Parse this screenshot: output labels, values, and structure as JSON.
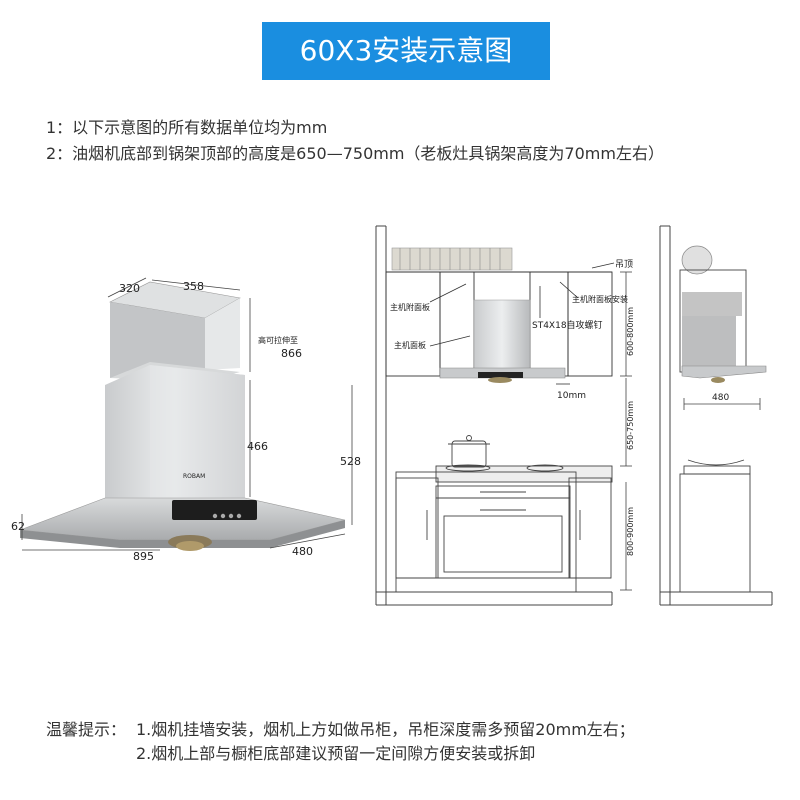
{
  "title": "60X3安装示意图",
  "notes": [
    "1：以下示意图的所有数据单位均为mm",
    "2：油烟机底部到锅架顶部的高度是650—750mm（老板灶具锅架高度为70mm左右）"
  ],
  "hood_dims": {
    "depth_top": "320",
    "width_top": "358",
    "extend_label": "高可拉伸至",
    "extend_value": "866",
    "chimney_height": "466",
    "total_height": "528",
    "edge_height": "62",
    "width": "895",
    "depth": "480",
    "brand": "ROBAM"
  },
  "front_view": {
    "ceiling_label": "吊顶",
    "left_panel": "主机附面板",
    "right_panel": "主机附面板安装",
    "main_panel": "主机面板",
    "screw": "ST4X18自攻螺钉",
    "gap": "10mm",
    "range1": "600-800mm",
    "range2": "650-750mm",
    "range3": "800-900mm"
  },
  "side_view": {
    "depth": "480"
  },
  "tips": {
    "label": "温馨提示：",
    "line1": "1.烟机挂墙安装，烟机上方如做吊柜，吊柜深度需多预留20mm左右；",
    "line2": "2.烟机上部与橱柜底部建议预留一定间隙方便安装或拆卸"
  }
}
